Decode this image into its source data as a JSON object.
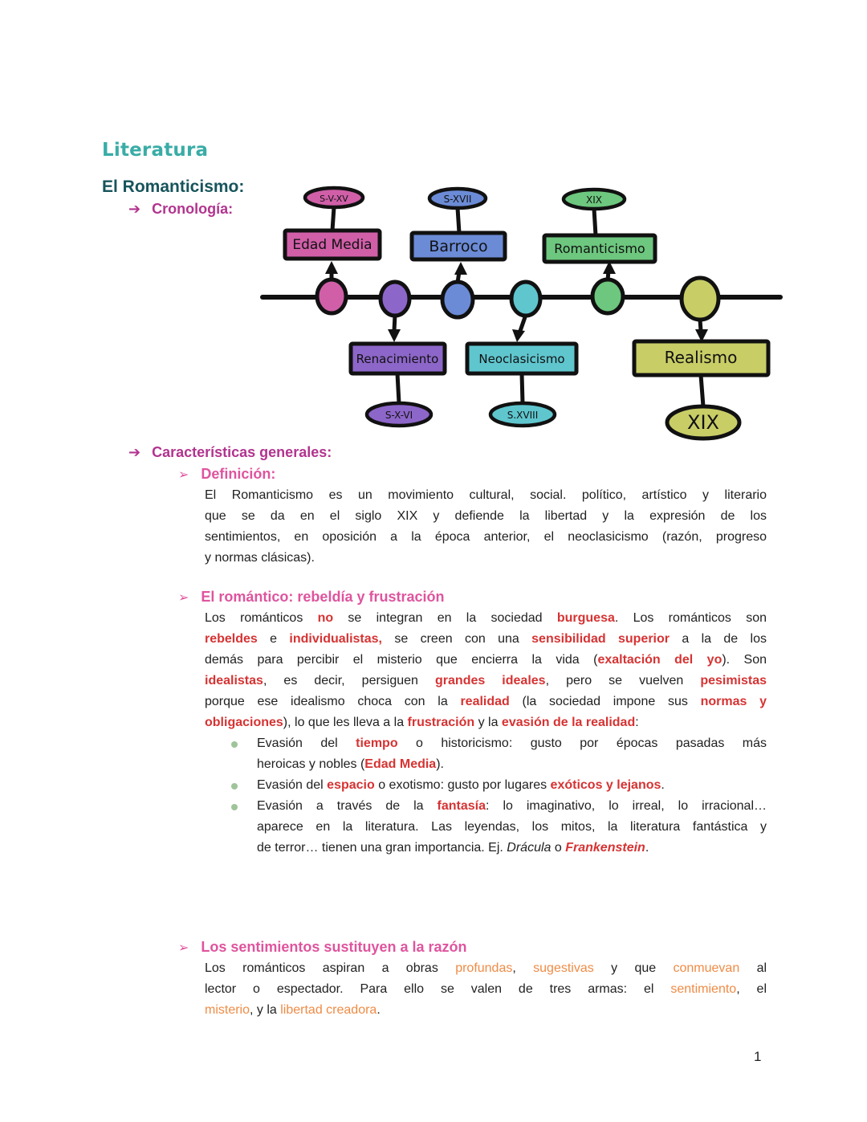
{
  "page": {
    "number": "1",
    "background": "#ffffff"
  },
  "colors": {
    "title_teal": "#3aaca6",
    "subtitle_dark_teal": "#17545c",
    "level1_magenta": "#b2348f",
    "level2_pink": "#df549e",
    "emphasis_red": "#d63333",
    "emphasis_orange": "#ef8b45",
    "bullet_green": "#9fc49a",
    "diagram_outline": "#111111"
  },
  "title": {
    "text": "Literatura"
  },
  "subtitle": {
    "text": "El Romanticismo:"
  },
  "sections": {
    "cronologia": {
      "marker": "➔",
      "label": "Cronología:"
    },
    "caracteristicas": {
      "marker": "➔",
      "label": "Características generales:"
    },
    "definicion": {
      "marker": "➢",
      "heading": "Definición:",
      "lines": [
        [
          {
            "t": "El Romanticismo es un movimiento cultural, social. político, artístico y literario"
          }
        ],
        [
          {
            "t": "que se da en el siglo XIX y defiende la libertad y la expresión de los"
          }
        ],
        [
          {
            "t": "sentimientos, en oposición a la época anterior, el neoclasicismo (razón, progreso"
          }
        ],
        [
          {
            "t": "y normas clásicas)."
          }
        ]
      ]
    },
    "romantico": {
      "marker": "➢",
      "heading": "El romántico: rebeldía y frustración",
      "lines": [
        [
          {
            "t": "Los románticos "
          },
          {
            "t": "no",
            "s": "red"
          },
          {
            "t": " se integran en la sociedad "
          },
          {
            "t": "burguesa",
            "s": "red"
          },
          {
            "t": ". Los románticos son"
          }
        ],
        [
          {
            "t": "rebeldes",
            "s": "red"
          },
          {
            "t": " e "
          },
          {
            "t": "individualistas,",
            "s": "red"
          },
          {
            "t": " se creen con una "
          },
          {
            "t": "sensibilidad superior",
            "s": "red"
          },
          {
            "t": " a la de los"
          }
        ],
        [
          {
            "t": "demás para percibir el misterio que encierra la vida ("
          },
          {
            "t": "exaltación del yo",
            "s": "red"
          },
          {
            "t": "). Son"
          }
        ],
        [
          {
            "t": "idealistas",
            "s": "red"
          },
          {
            "t": ", es decir, persiguen "
          },
          {
            "t": "grandes ideales",
            "s": "red"
          },
          {
            "t": ", pero se vuelven "
          },
          {
            "t": "pesimistas",
            "s": "red"
          }
        ],
        [
          {
            "t": "porque ese idealismo choca con la "
          },
          {
            "t": "realidad",
            "s": "red"
          },
          {
            "t": " (la sociedad impone sus "
          },
          {
            "t": "normas y",
            "s": "red"
          }
        ],
        [
          {
            "t": "obligaciones",
            "s": "red"
          },
          {
            "t": "), lo que les lleva a la "
          },
          {
            "t": "frustración",
            "s": "red"
          },
          {
            "t": " y la "
          },
          {
            "t": "evasión de la realidad",
            "s": "red"
          },
          {
            "t": ":"
          }
        ]
      ],
      "bullets": [
        {
          "lines": [
            [
              {
                "t": "Evasión del "
              },
              {
                "t": "tiempo",
                "s": "red"
              },
              {
                "t": " o historicismo: gusto por épocas pasadas más"
              }
            ],
            [
              {
                "t": "heroicas y nobles ("
              },
              {
                "t": "Edad Media",
                "s": "red"
              },
              {
                "t": ")."
              }
            ]
          ]
        },
        {
          "lines": [
            [
              {
                "t": "Evasión del "
              },
              {
                "t": "espacio",
                "s": "red"
              },
              {
                "t": " o exotismo: gusto por lugares "
              },
              {
                "t": "exóticos y lejanos",
                "s": "red"
              },
              {
                "t": "."
              }
            ]
          ]
        },
        {
          "lines": [
            [
              {
                "t": "Evasión a través de la "
              },
              {
                "t": "fantasía",
                "s": "red"
              },
              {
                "t": ": lo imaginativo, lo irreal, lo irracional…"
              }
            ],
            [
              {
                "t": "aparece en la literatura. Las leyendas, los mitos, la literatura fantástica y"
              }
            ],
            [
              {
                "t": "de terror… tienen una gran importancia. Ej. "
              },
              {
                "t": "Drácula",
                "s": "italic"
              },
              {
                "t": " o "
              },
              {
                "t": "Frankenstein",
                "s": "redItalic"
              },
              {
                "t": "."
              }
            ]
          ]
        }
      ]
    },
    "sentimientos": {
      "marker": "➢",
      "heading": "Los sentimientos sustituyen a la razón",
      "lines": [
        [
          {
            "t": "Los románticos aspiran a obras "
          },
          {
            "t": "profundas",
            "s": "orange"
          },
          {
            "t": ", "
          },
          {
            "t": "sugestivas",
            "s": "orange"
          },
          {
            "t": " y que "
          },
          {
            "t": "conmuevan",
            "s": "orange"
          },
          {
            "t": " al"
          }
        ],
        [
          {
            "t": "lector o espectador. Para ello se valen de tres armas: el "
          },
          {
            "t": "sentimiento",
            "s": "orange"
          },
          {
            "t": ", el"
          }
        ],
        [
          {
            "t": "misterio",
            "s": "orange"
          },
          {
            "t": ", y la "
          },
          {
            "t": "libertad creadora",
            "s": "orange"
          },
          {
            "t": "."
          }
        ]
      ]
    }
  },
  "diagram": {
    "type": "timeline",
    "nodes": [
      {
        "name": "Edad Media",
        "century": "S-V-XV",
        "color": "#d05fa8",
        "position": "top"
      },
      {
        "name": "Renacimiento",
        "century": "S-X-VI",
        "color": "#8d66c9",
        "position": "bottom"
      },
      {
        "name": "Barroco",
        "century": "S-XVII",
        "color": "#6b8bd6",
        "position": "top"
      },
      {
        "name": "Neoclasicismo",
        "century": "S.XVIII",
        "color": "#5fc6ce",
        "position": "bottom"
      },
      {
        "name": "Romanticismo",
        "century": "XIX",
        "color": "#6dc77e",
        "position": "top"
      },
      {
        "name": "Realismo",
        "century": "XIX",
        "color": "#c8cd66",
        "position": "bottom"
      }
    ]
  }
}
